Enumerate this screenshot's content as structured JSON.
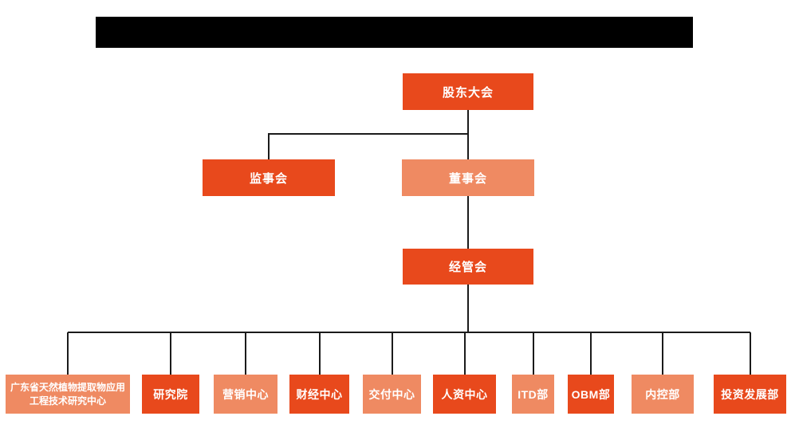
{
  "colors": {
    "box_dark": "#e8491c",
    "box_light": "#ef8a62",
    "line": "#1b1b1b",
    "redaction": "#000000",
    "background": "#ffffff",
    "box_text": "#ffffff"
  },
  "orgchart": {
    "root": {
      "label": "股东大会",
      "variant": "dark"
    },
    "level2": [
      {
        "label": "监事会",
        "variant": "dark"
      },
      {
        "label": "董事会",
        "variant": "light"
      }
    ],
    "level3": {
      "label": "经管会",
      "variant": "dark"
    },
    "departments": [
      {
        "label": "广东省天然植物提取物应用工程技术研究中心",
        "variant": "light"
      },
      {
        "label": "研究院",
        "variant": "dark"
      },
      {
        "label": "营销中心",
        "variant": "light"
      },
      {
        "label": "财经中心",
        "variant": "dark"
      },
      {
        "label": "交付中心",
        "variant": "light"
      },
      {
        "label": "人资中心",
        "variant": "dark"
      },
      {
        "label": "ITD部",
        "variant": "light"
      },
      {
        "label": "OBM部",
        "variant": "dark"
      },
      {
        "label": "内控部",
        "variant": "light"
      },
      {
        "label": "投资发展部",
        "variant": "dark"
      }
    ]
  }
}
